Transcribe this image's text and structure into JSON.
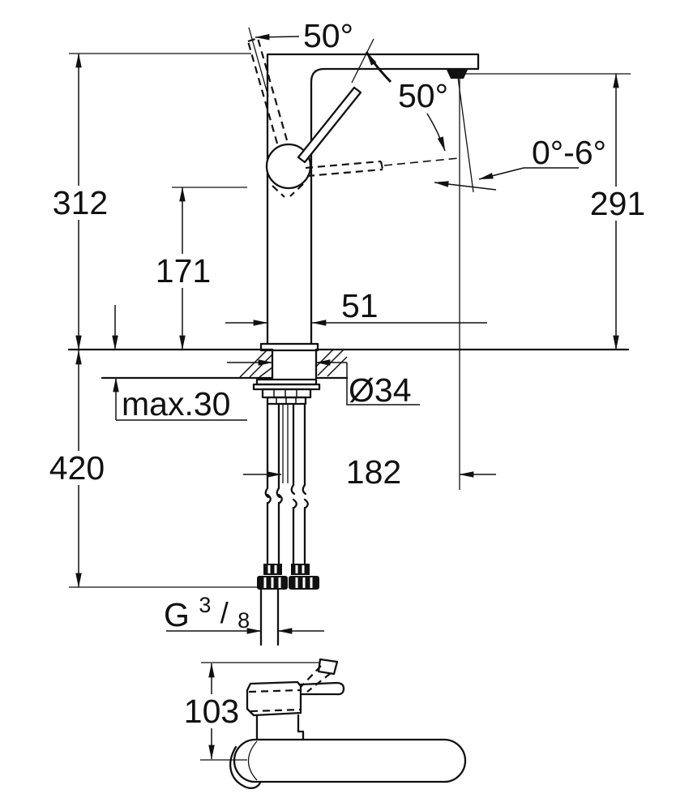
{
  "view": {
    "background": "#ffffff",
    "line_color": "#111111",
    "description_labels_only": true
  },
  "front_view": {
    "angle_handle_up": "50°",
    "angle_handle_travel": "50°",
    "spout_tilt_range": "0°-6°",
    "overall_height": "312",
    "pivot_height": "171",
    "body_width": "51",
    "outlet_height": "291",
    "deck_max_thickness": "max.30",
    "hole_diameter": "Ø34",
    "below_deck_length": "420",
    "outlet_reach": "182",
    "thread_label": {
      "prefix": "G",
      "numerator": "3",
      "slash": "/",
      "denominator": "8"
    }
  },
  "side_view": {
    "height": "103"
  }
}
